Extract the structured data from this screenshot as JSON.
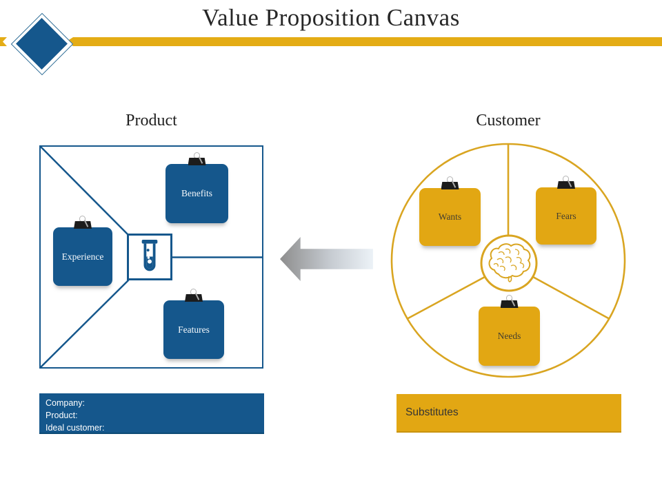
{
  "slide": {
    "title": "Value Proposition Canvas"
  },
  "product": {
    "heading": "Product",
    "center_icon": "test-tube-icon",
    "notes": [
      {
        "label": "Benefits"
      },
      {
        "label": "Experience"
      },
      {
        "label": "Features"
      }
    ],
    "info_box": {
      "lines": [
        "Company:",
        "Product:",
        "Ideal customer:"
      ]
    }
  },
  "customer": {
    "heading": "Customer",
    "center_icon": "brain-icon",
    "notes": [
      {
        "label": "Wants"
      },
      {
        "label": "Fears"
      },
      {
        "label": "Needs"
      }
    ],
    "substitutes_label": "Substitutes"
  },
  "colors": {
    "blue": "#15578C",
    "gold": "#E2A713",
    "gold_line": "#D9A521",
    "header_bar_gold": "#E4AC15",
    "title_text": "#262626",
    "note_text_light": "#F4F8FB",
    "note_text_dark": "#46402F",
    "arrow_gradient_start": "#8D8D8D",
    "arrow_gradient_end": "#ECF2F7"
  }
}
